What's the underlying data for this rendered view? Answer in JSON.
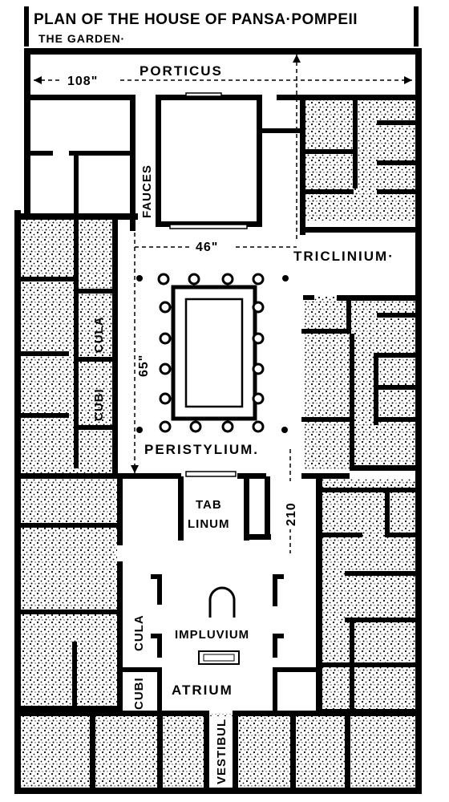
{
  "title": "PLAN OF THE HOUSE OF PANSA·POMPEII",
  "subtitle": "THE GARDEN·",
  "rooms": {
    "porticus": "PORTICUS",
    "fauces": "FAUCES",
    "triclinium": "TRICLINIUM·",
    "cubicula_upper": "CUBI",
    "cubicula_upper_b": "CULA",
    "peristylium": "PERISTYLIUM.",
    "tablinum_a": "TAB",
    "tablinum_b": "LINUM",
    "impluvium": "IMPLUVIUM",
    "atrium": "ATRIUM",
    "cubicula_lower_a": "CUBI",
    "cubicula_lower_b": "CULA",
    "vestibul": "VESTIBUL"
  },
  "dimensions": {
    "width_porticus": "108\"",
    "width_peristyle": "46\"",
    "length_peristyle": "65\"",
    "length_atrium": "210"
  },
  "colors": {
    "ink": "#000000",
    "paper": "#ffffff"
  }
}
